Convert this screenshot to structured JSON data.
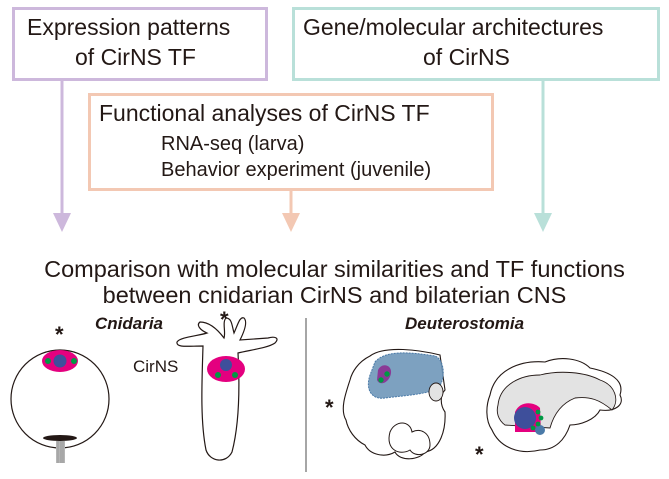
{
  "boxes": {
    "expression": {
      "line1": "Expression patterns",
      "line2": "of CirNS TF",
      "color": "#cdb8dc"
    },
    "gene": {
      "line1": "Gene/molecular architectures",
      "line2": "of CirNS",
      "color": "#b9e0d9"
    },
    "functional": {
      "title": "Functional analyses of CirNS TF",
      "items": [
        "RNA-seq (larva)",
        "Behavior experiment (juvenile)"
      ],
      "color": "#f3c8b3"
    }
  },
  "comparison": {
    "line1": "Comparison with molecular similarities and TF functions",
    "line2": "between cnidarian CirNS and bilaterian CNS"
  },
  "panels": {
    "left": {
      "title": "Cnidaria",
      "label": "CirNS",
      "asterisk": "*"
    },
    "right": {
      "title": "Deuterostomia",
      "asterisk": "*"
    }
  },
  "colors": {
    "magenta": "#e4007f",
    "blue": "#3e4f9b",
    "green": "#009944",
    "steel_blue": "#6f97b9",
    "gray_fill": "#e3e3e3",
    "purple": "#8a3a96"
  }
}
